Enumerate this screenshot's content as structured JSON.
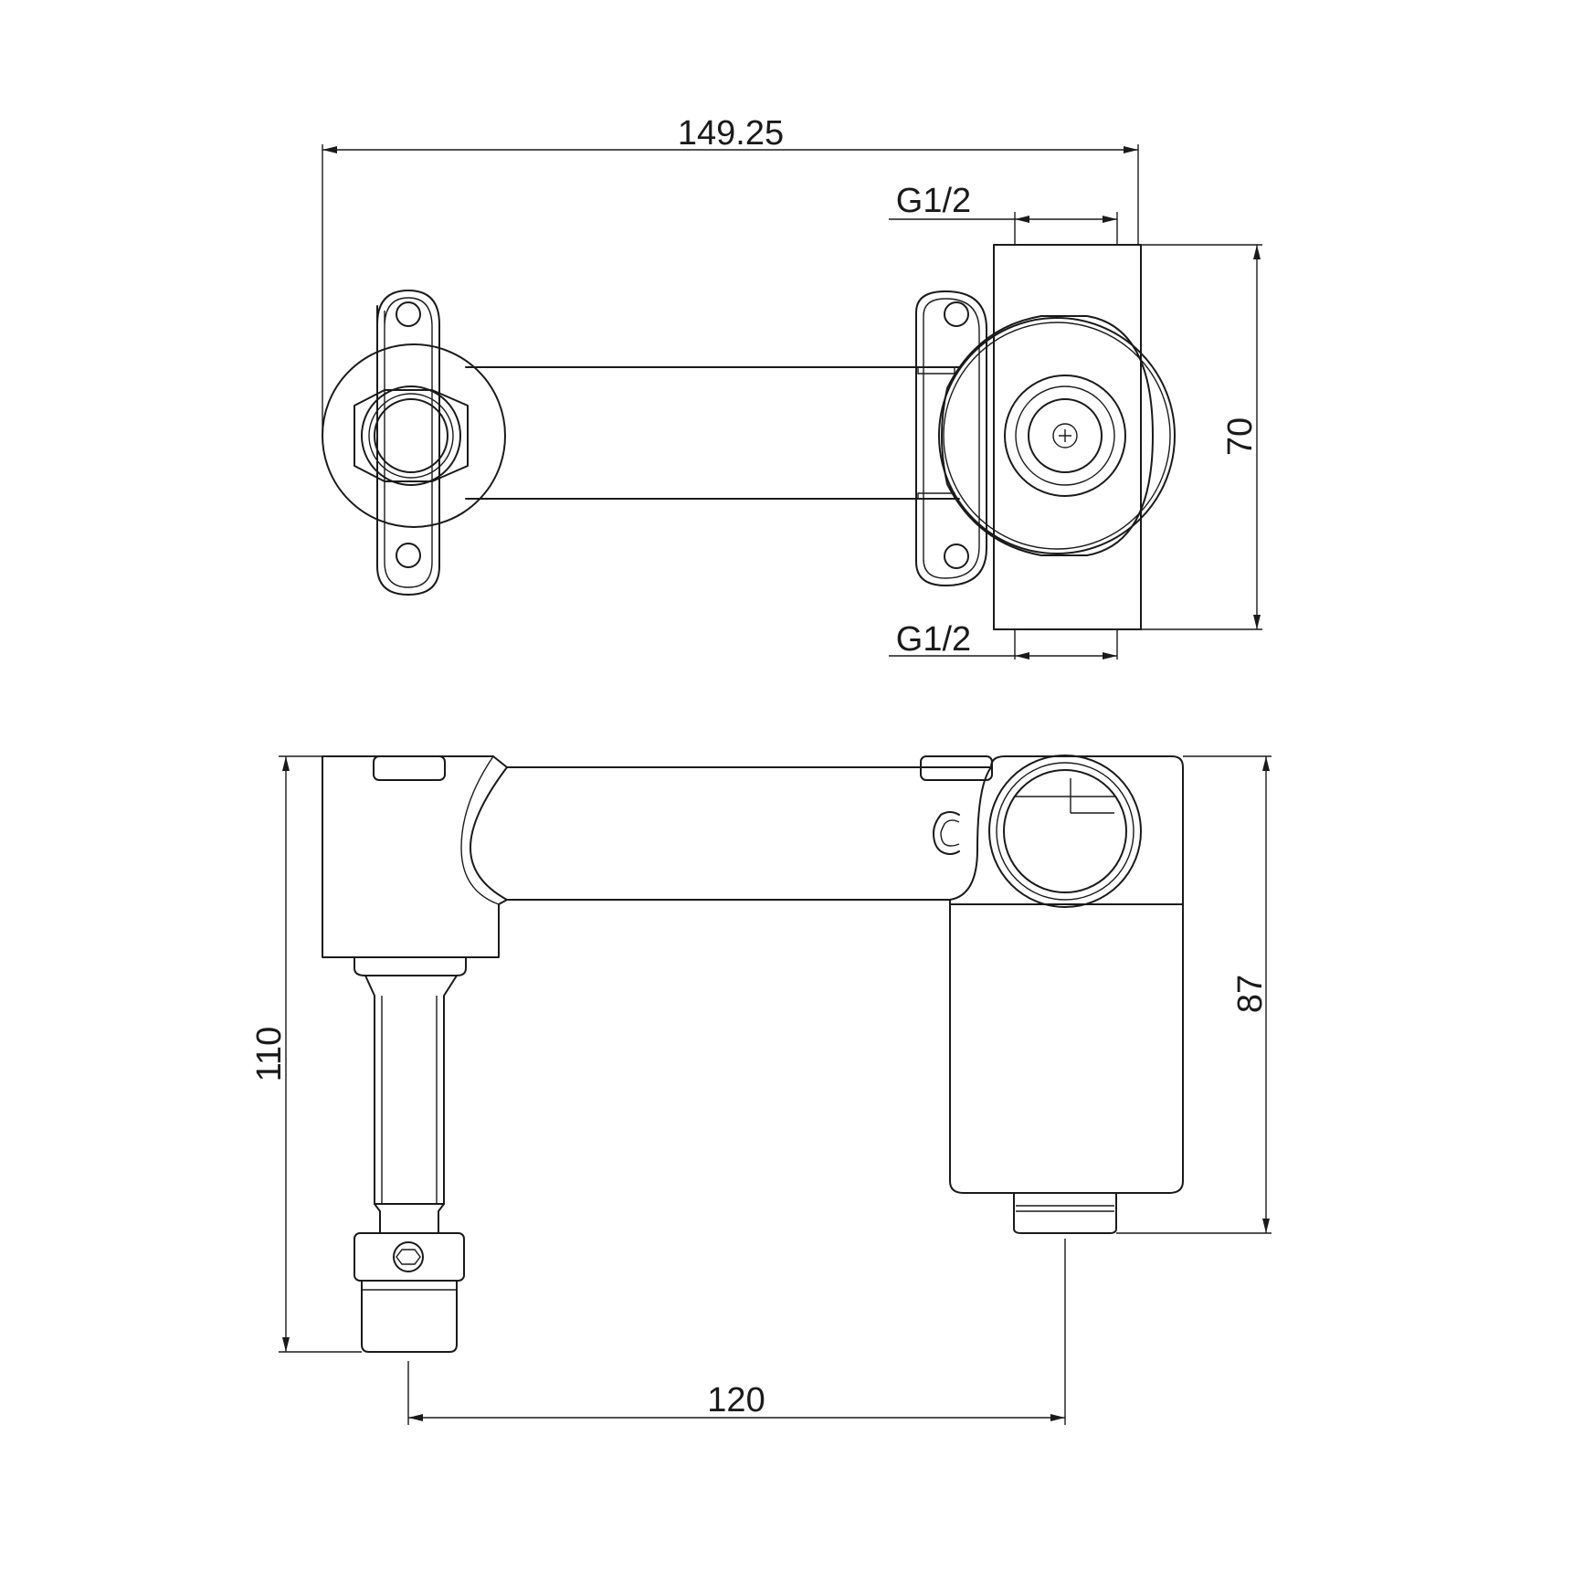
{
  "dimensions": {
    "overall_length": "149.25",
    "top_inlet_thread": "G1/2",
    "bottom_inlet_thread": "G1/2",
    "body_height_top_view": "70",
    "total_depth": "110",
    "body_depth": "87",
    "center_distance": "120"
  },
  "colors": {
    "line": "#1a1a1a",
    "background": "#ffffff"
  }
}
